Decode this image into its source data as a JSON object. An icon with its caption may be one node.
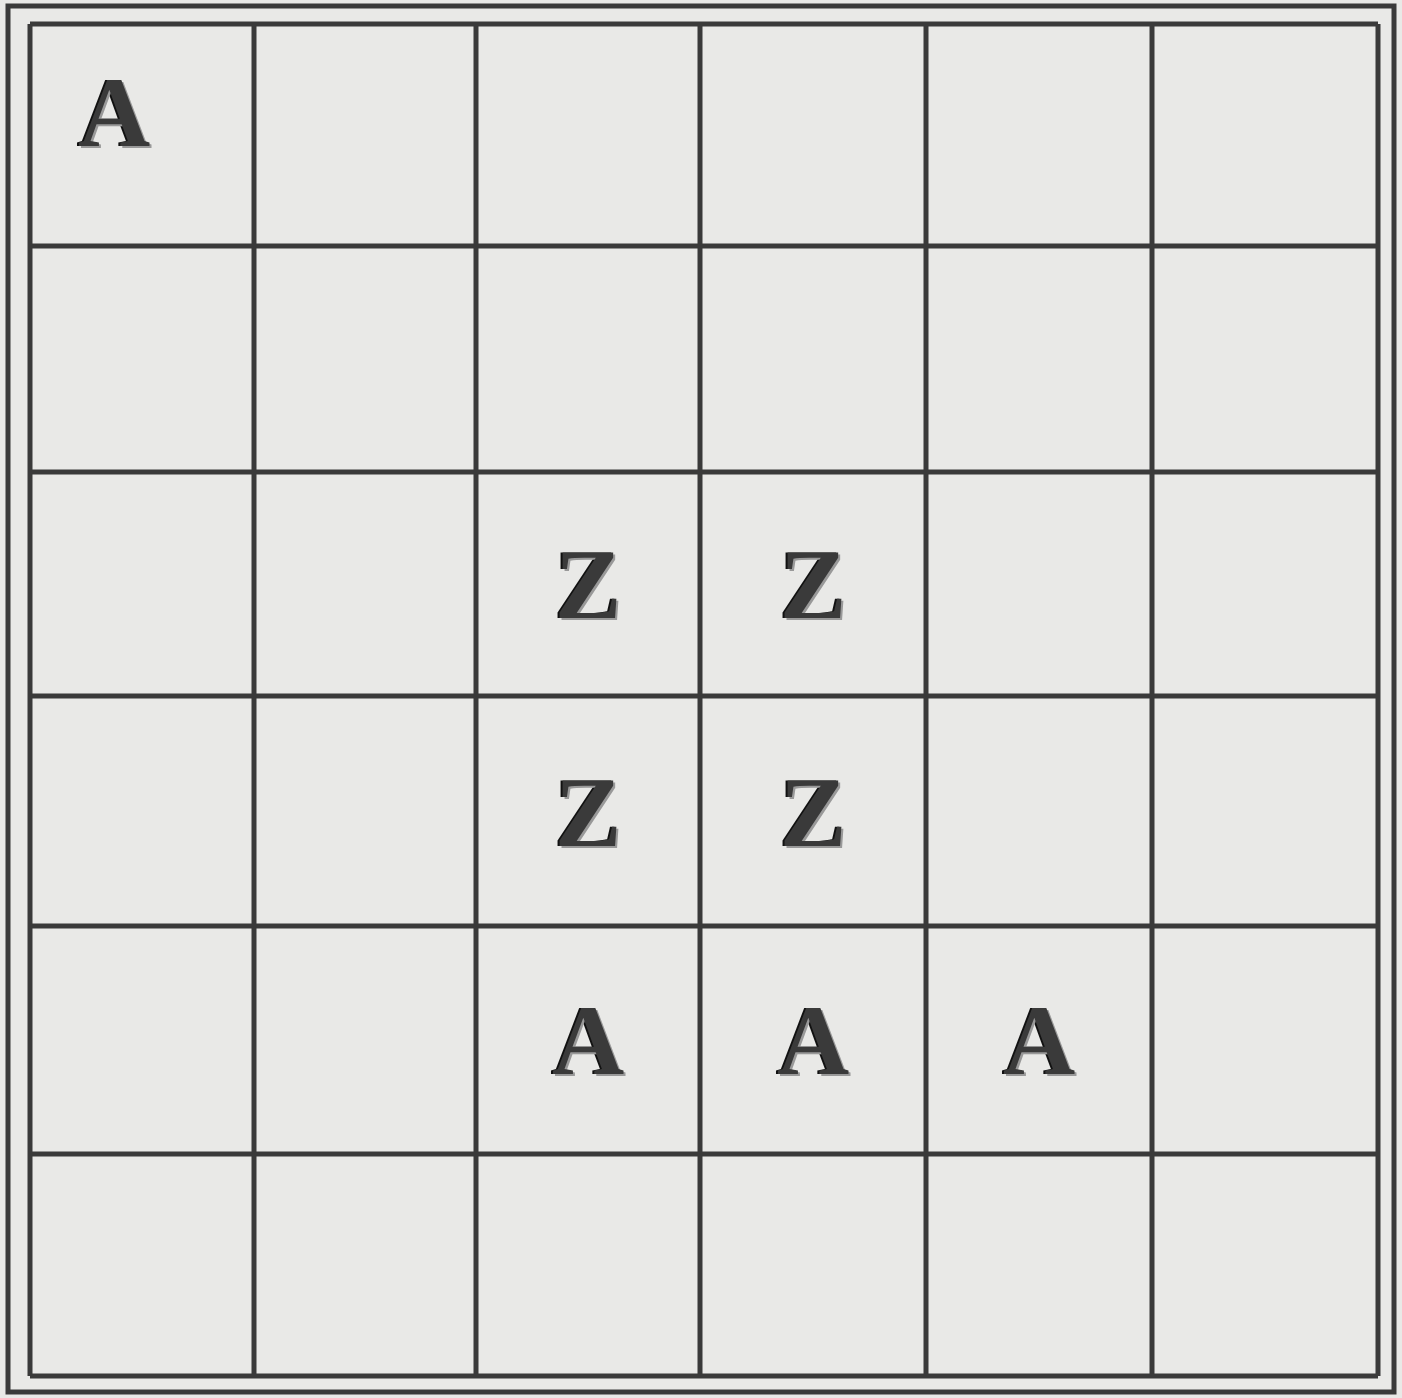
{
  "diagram": {
    "labels": [
      "A",
      "Z",
      "Z",
      "Z",
      "Z",
      "A",
      "A",
      "A"
    ]
  }
}
